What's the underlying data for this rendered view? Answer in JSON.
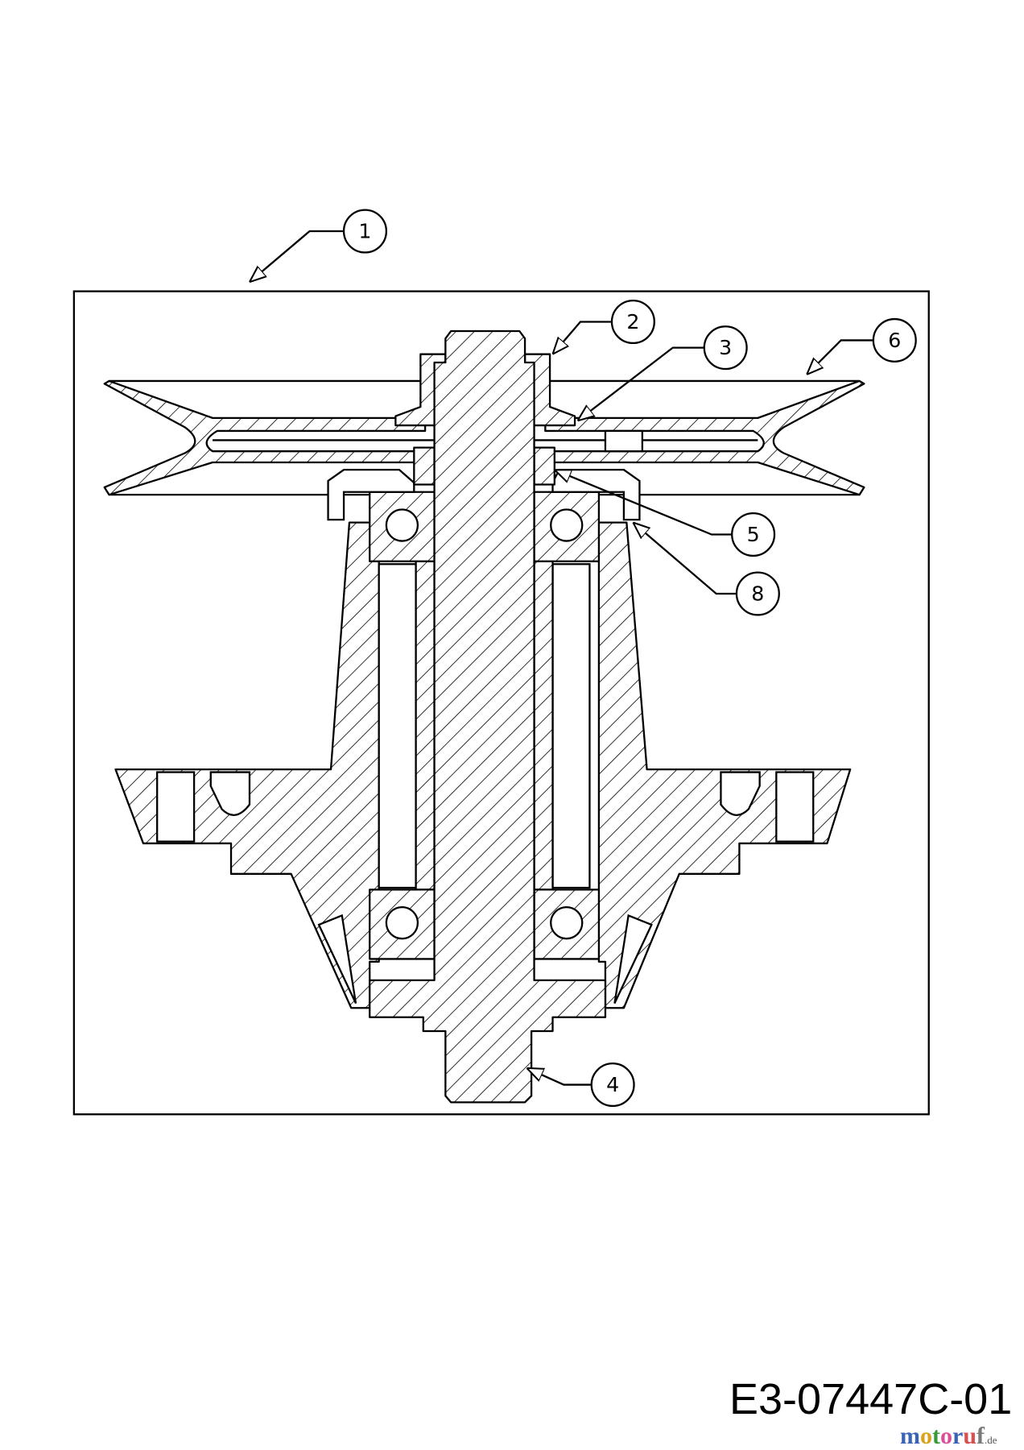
{
  "diagram_code": "E3-07447C-01",
  "watermark": {
    "name": "motoruf",
    "suffix": ".de",
    "letter_colors": [
      "#3a62b5",
      "#d9a21a",
      "#3a9a3a",
      "#d94f9a",
      "#3a62b5",
      "#d94f4f",
      "#7a7a7a"
    ]
  },
  "callouts": [
    {
      "label": "1"
    },
    {
      "label": "2"
    },
    {
      "label": "3"
    },
    {
      "label": "6"
    },
    {
      "label": "5"
    },
    {
      "label": "8"
    },
    {
      "label": "4"
    }
  ]
}
